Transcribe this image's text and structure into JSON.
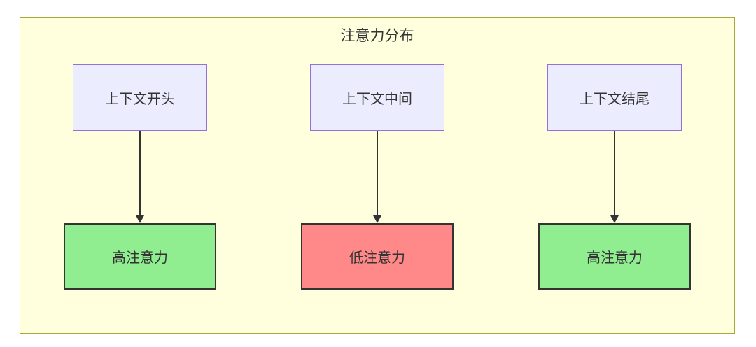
{
  "diagram": {
    "title": "注意力分布",
    "columns": [
      {
        "source": {
          "label": "上下文开头"
        },
        "target": {
          "label": "高注意力",
          "level": "high"
        }
      },
      {
        "source": {
          "label": "上下文中间"
        },
        "target": {
          "label": "低注意力",
          "level": "low"
        }
      },
      {
        "source": {
          "label": "上下文结尾"
        },
        "target": {
          "label": "高注意力",
          "level": "high"
        }
      }
    ],
    "colors": {
      "panel_background": "#ffffde",
      "panel_border": "#aaaa33",
      "source_node_background": "#ececff",
      "source_node_border": "#9370db",
      "high_attention_fill": "#90ee90",
      "low_attention_fill": "#ff8888",
      "target_node_border": "#333333",
      "arrow": "#333333",
      "text": "#333333"
    }
  }
}
